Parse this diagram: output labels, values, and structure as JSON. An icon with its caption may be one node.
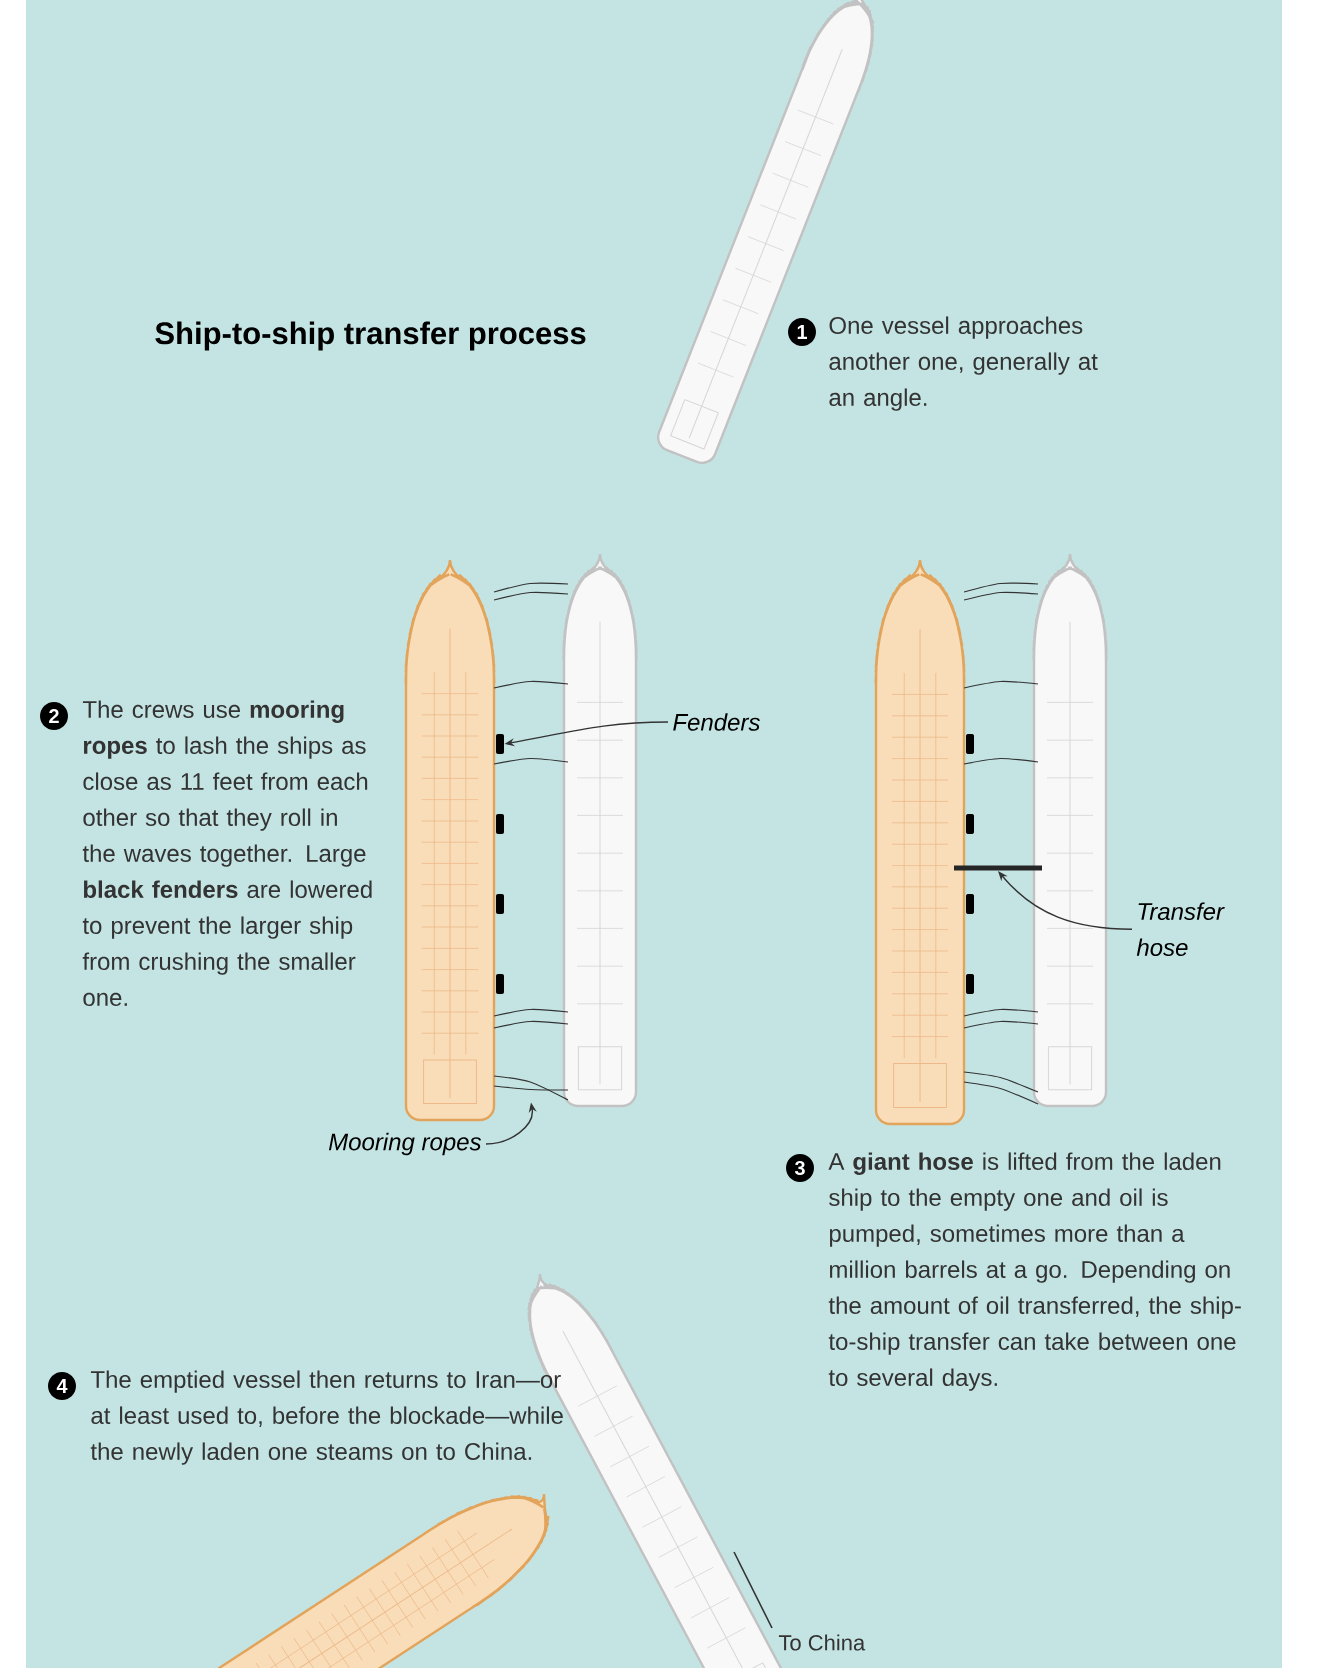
{
  "diagram": {
    "title": "Ship-to-ship transfer process",
    "nodes": [
      {
        "text": [
          "Fenders"
        ]
      },
      {
        "text": [],
        "shape": "box"
      },
      {
        "text": [
          "Transfer hose"
        ]
      },
      {
        "text": [],
        "shape": "bar"
      },
      {
        "text": [
          "Mooring ropes"
        ]
      },
      {
        "text": [],
        "shape": "rope"
      }
    ],
    "edges": [
      {
        "from": 0,
        "to": 1,
        "arrow": "to"
      },
      {
        "from": 2,
        "to": 3,
        "arrow": "to"
      },
      {
        "from": 4,
        "to": 5,
        "arrow": "to"
      }
    ],
    "labels": [
      "1",
      "One vessel approaches another one, generally at an angle.",
      "2",
      "The crews use **mooring ropes** to lash the ships as close as 11 feet from each other so that they roll in the waves together. Large **black fenders** are lowered to prevent the larger ship from crushing the smaller one.",
      "3",
      "A **giant hose** is lifted from the laden ship to the empty one and oil is pumped, sometimes more than a million barrels at a go. Depending on the amount of oil transferred, the ship-to-ship transfer can take between one to several days.",
      "4",
      "The emptied vessel then returns to Iran—or at least used to, before the blockade—while the newly laden one steams on to China.",
      "To China"
    ]
  }
}
